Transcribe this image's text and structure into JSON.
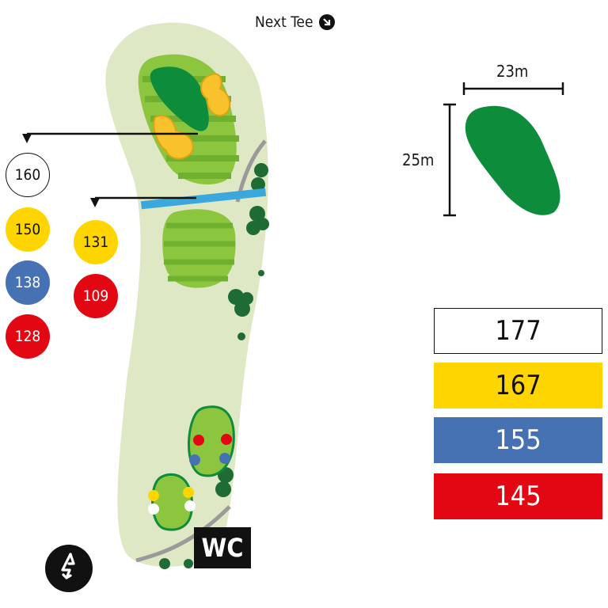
{
  "header": {
    "next_tee": "Next Tee"
  },
  "green_dimensions": {
    "width": "23m",
    "depth": "25m"
  },
  "markers": {
    "left_column": [
      "160",
      "150",
      "138",
      "128"
    ],
    "right_column": [
      "131",
      "109"
    ]
  },
  "tee_distances": [
    "177",
    "167",
    "155",
    "145"
  ],
  "facilities": {
    "wc": "WC"
  },
  "colors": {
    "white_tee": "#ffffff",
    "yellow_tee": "#ffd500",
    "blue_tee": "#4672b4",
    "red_tee": "#e30613",
    "rough": "#dfe8c4",
    "fairway": "#8cc63f",
    "green": "#0d8c3c",
    "bunker": "#f9c12b",
    "water": "#3aa7dd"
  }
}
